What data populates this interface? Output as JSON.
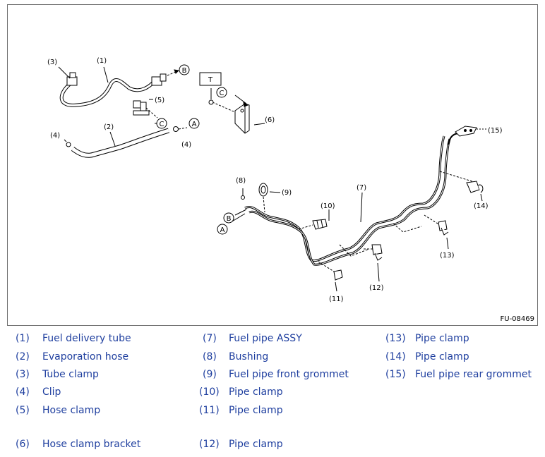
{
  "figure": {
    "id": "FU-08469",
    "callouts": {
      "n1": "(1)",
      "n2": "(2)",
      "n3": "(3)",
      "n4a": "(4)",
      "n4b": "(4)",
      "n5": "(5)",
      "n6": "(6)",
      "n7": "(7)",
      "n8": "(8)",
      "n9": "(9)",
      "n10": "(10)",
      "n11": "(11)",
      "n12": "(12)",
      "n13": "(13)",
      "n14": "(14)",
      "n15": "(15)"
    },
    "markers": {
      "A": "A",
      "B": "B",
      "C": "C",
      "T": "T"
    }
  },
  "legend": [
    {
      "num": "(1)",
      "text": "Fuel delivery tube"
    },
    {
      "num": "(2)",
      "text": "Evaporation hose"
    },
    {
      "num": "(3)",
      "text": "Tube clamp"
    },
    {
      "num": "(4)",
      "text": "Clip"
    },
    {
      "num": "(5)",
      "text": "Hose clamp"
    },
    {
      "num": "(6)",
      "text": "Hose clamp bracket"
    },
    {
      "num": "(7)",
      "text": "Fuel pipe ASSY"
    },
    {
      "num": "(8)",
      "text": "Bushing"
    },
    {
      "num": "(9)",
      "text": "Fuel pipe front grommet"
    },
    {
      "num": "(10)",
      "text": "Pipe clamp"
    },
    {
      "num": "(11)",
      "text": "Pipe clamp"
    },
    {
      "num": "(12)",
      "text": "Pipe clamp"
    },
    {
      "num": "(13)",
      "text": "Pipe clamp"
    },
    {
      "num": "(14)",
      "text": "Pipe clamp"
    },
    {
      "num": "(15)",
      "text": "Fuel pipe rear grommet"
    }
  ]
}
